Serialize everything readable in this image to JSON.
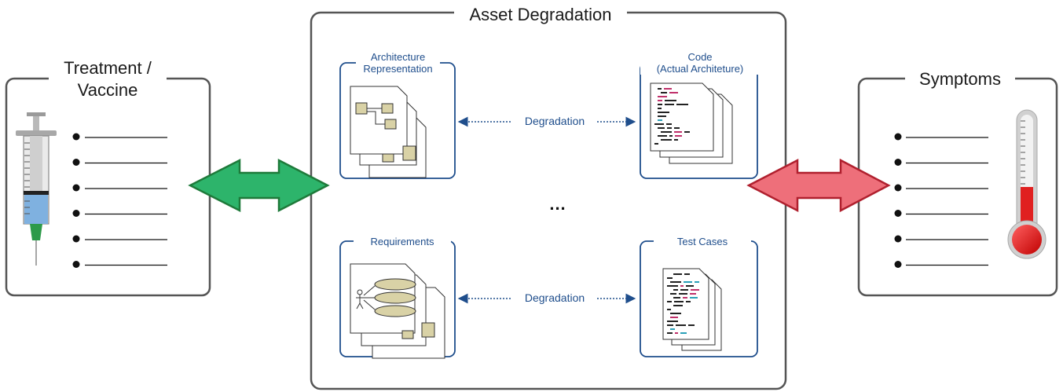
{
  "panels": {
    "treatment": {
      "title_line1": "Treatment /",
      "title_line2": "Vaccine",
      "bullet_count": 6
    },
    "asset": {
      "title": "Asset Degradation"
    },
    "symptoms": {
      "title": "Symptoms",
      "bullet_count": 6
    }
  },
  "cards": {
    "arch": {
      "line1": "Architecture",
      "line2": "Representation"
    },
    "code": {
      "line1": "Code",
      "line2": "(Actual Architeture)"
    },
    "req": {
      "label": "Requirements"
    },
    "test": {
      "label": "Test Cases"
    }
  },
  "links": {
    "top": "Degradation",
    "bottom": "Degradation"
  },
  "ellipsis": "...",
  "colors": {
    "panel_border": "#555555",
    "card_border": "#1f4e8c",
    "green_arrow": "#2db46b",
    "red_arrow": "#ee6f7a",
    "syringe_liquid": "#7fb1e0",
    "thermo_red": "#e02020",
    "uml_fill": "#d9d2a6"
  },
  "icons": [
    "syringe-icon",
    "thermometer-icon",
    "uml-document-icon",
    "code-document-icon",
    "use-case-document-icon",
    "test-document-icon"
  ]
}
